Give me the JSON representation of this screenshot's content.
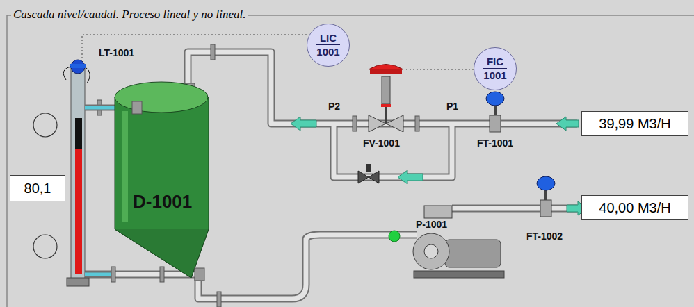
{
  "diagram": {
    "title": "Cascada nivel/caudal. Proceso lineal y no lineal.",
    "nodes": [
      {
        "text": [
          "LIC",
          "1001"
        ]
      },
      {
        "text": [
          "FIC",
          "1001"
        ]
      },
      {
        "text": [
          "39,99 M3/H"
        ]
      },
      {
        "text": [
          "80,1"
        ]
      },
      {
        "text": [
          "40,00 M3/H"
        ]
      }
    ],
    "labels": [
      "LT-1001",
      "P2",
      "P1",
      "FV-1001",
      "FT-1001",
      "D-1001",
      "P-1001",
      "FT-1002"
    ]
  }
}
